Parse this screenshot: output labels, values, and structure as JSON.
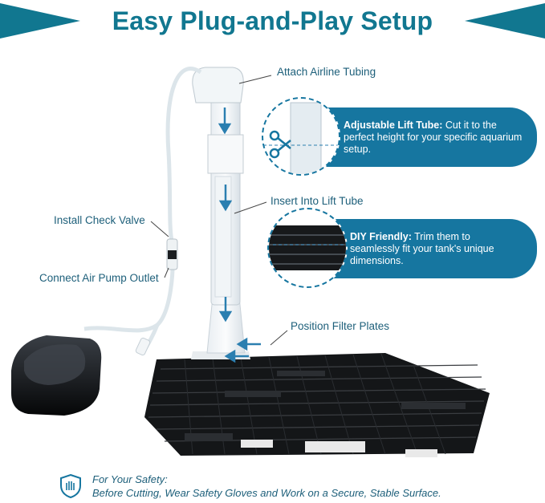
{
  "title": "Easy Plug-and-Play Setup",
  "labels": {
    "attach": "Attach Airline Tubing",
    "insert": "Insert Into Lift Tube",
    "check_valve": "Install Check Valve",
    "pump_outlet": "Connect Air Pump Outlet",
    "position": "Position Filter Plates"
  },
  "callouts": {
    "lift_tube_bold": "Adjustable Lift Tube:",
    "lift_tube_text": " Cut it to the perfect height for your specific aquarium setup.",
    "diy_bold": "DIY Friendly:",
    "diy_text": " Trim them to seamlessly fit your tank's unique dimensions."
  },
  "safety": {
    "heading": "For Your Safety:",
    "text": "Before Cutting, Wear Safety Gloves and Work on a Secure, Stable Surface."
  },
  "colors": {
    "accent": "#1676a0",
    "title": "#117790",
    "arrow": "#2b7fb0"
  },
  "icons": [
    "scissors-icon",
    "gloves-shield-icon"
  ]
}
